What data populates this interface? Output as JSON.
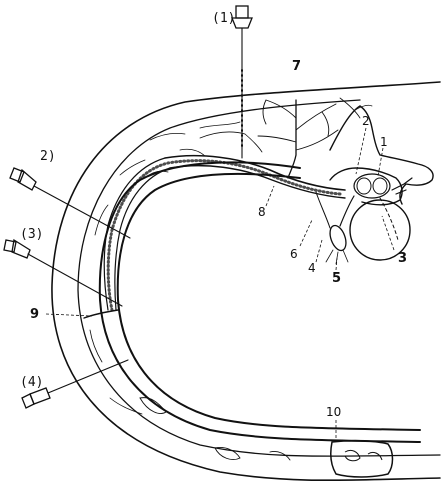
{
  "needles": [
    {
      "id": "n1",
      "label": "(1)"
    },
    {
      "id": "n2",
      "label": "2)"
    },
    {
      "id": "n3",
      "label": "(3)"
    },
    {
      "id": "n4",
      "label": "(4)"
    }
  ],
  "labels": [
    {
      "id": "l1",
      "text": "1"
    },
    {
      "id": "l2",
      "text": "2"
    },
    {
      "id": "l3",
      "text": "3"
    },
    {
      "id": "l4",
      "text": "4"
    },
    {
      "id": "l5",
      "text": "5"
    },
    {
      "id": "l6",
      "text": "6"
    },
    {
      "id": "l7",
      "text": "7"
    },
    {
      "id": "l8",
      "text": "8"
    },
    {
      "id": "l9",
      "text": "9"
    },
    {
      "id": "l10",
      "text": "10"
    }
  ],
  "colors": {
    "ink": "#111111",
    "paper": "#ffffff"
  }
}
